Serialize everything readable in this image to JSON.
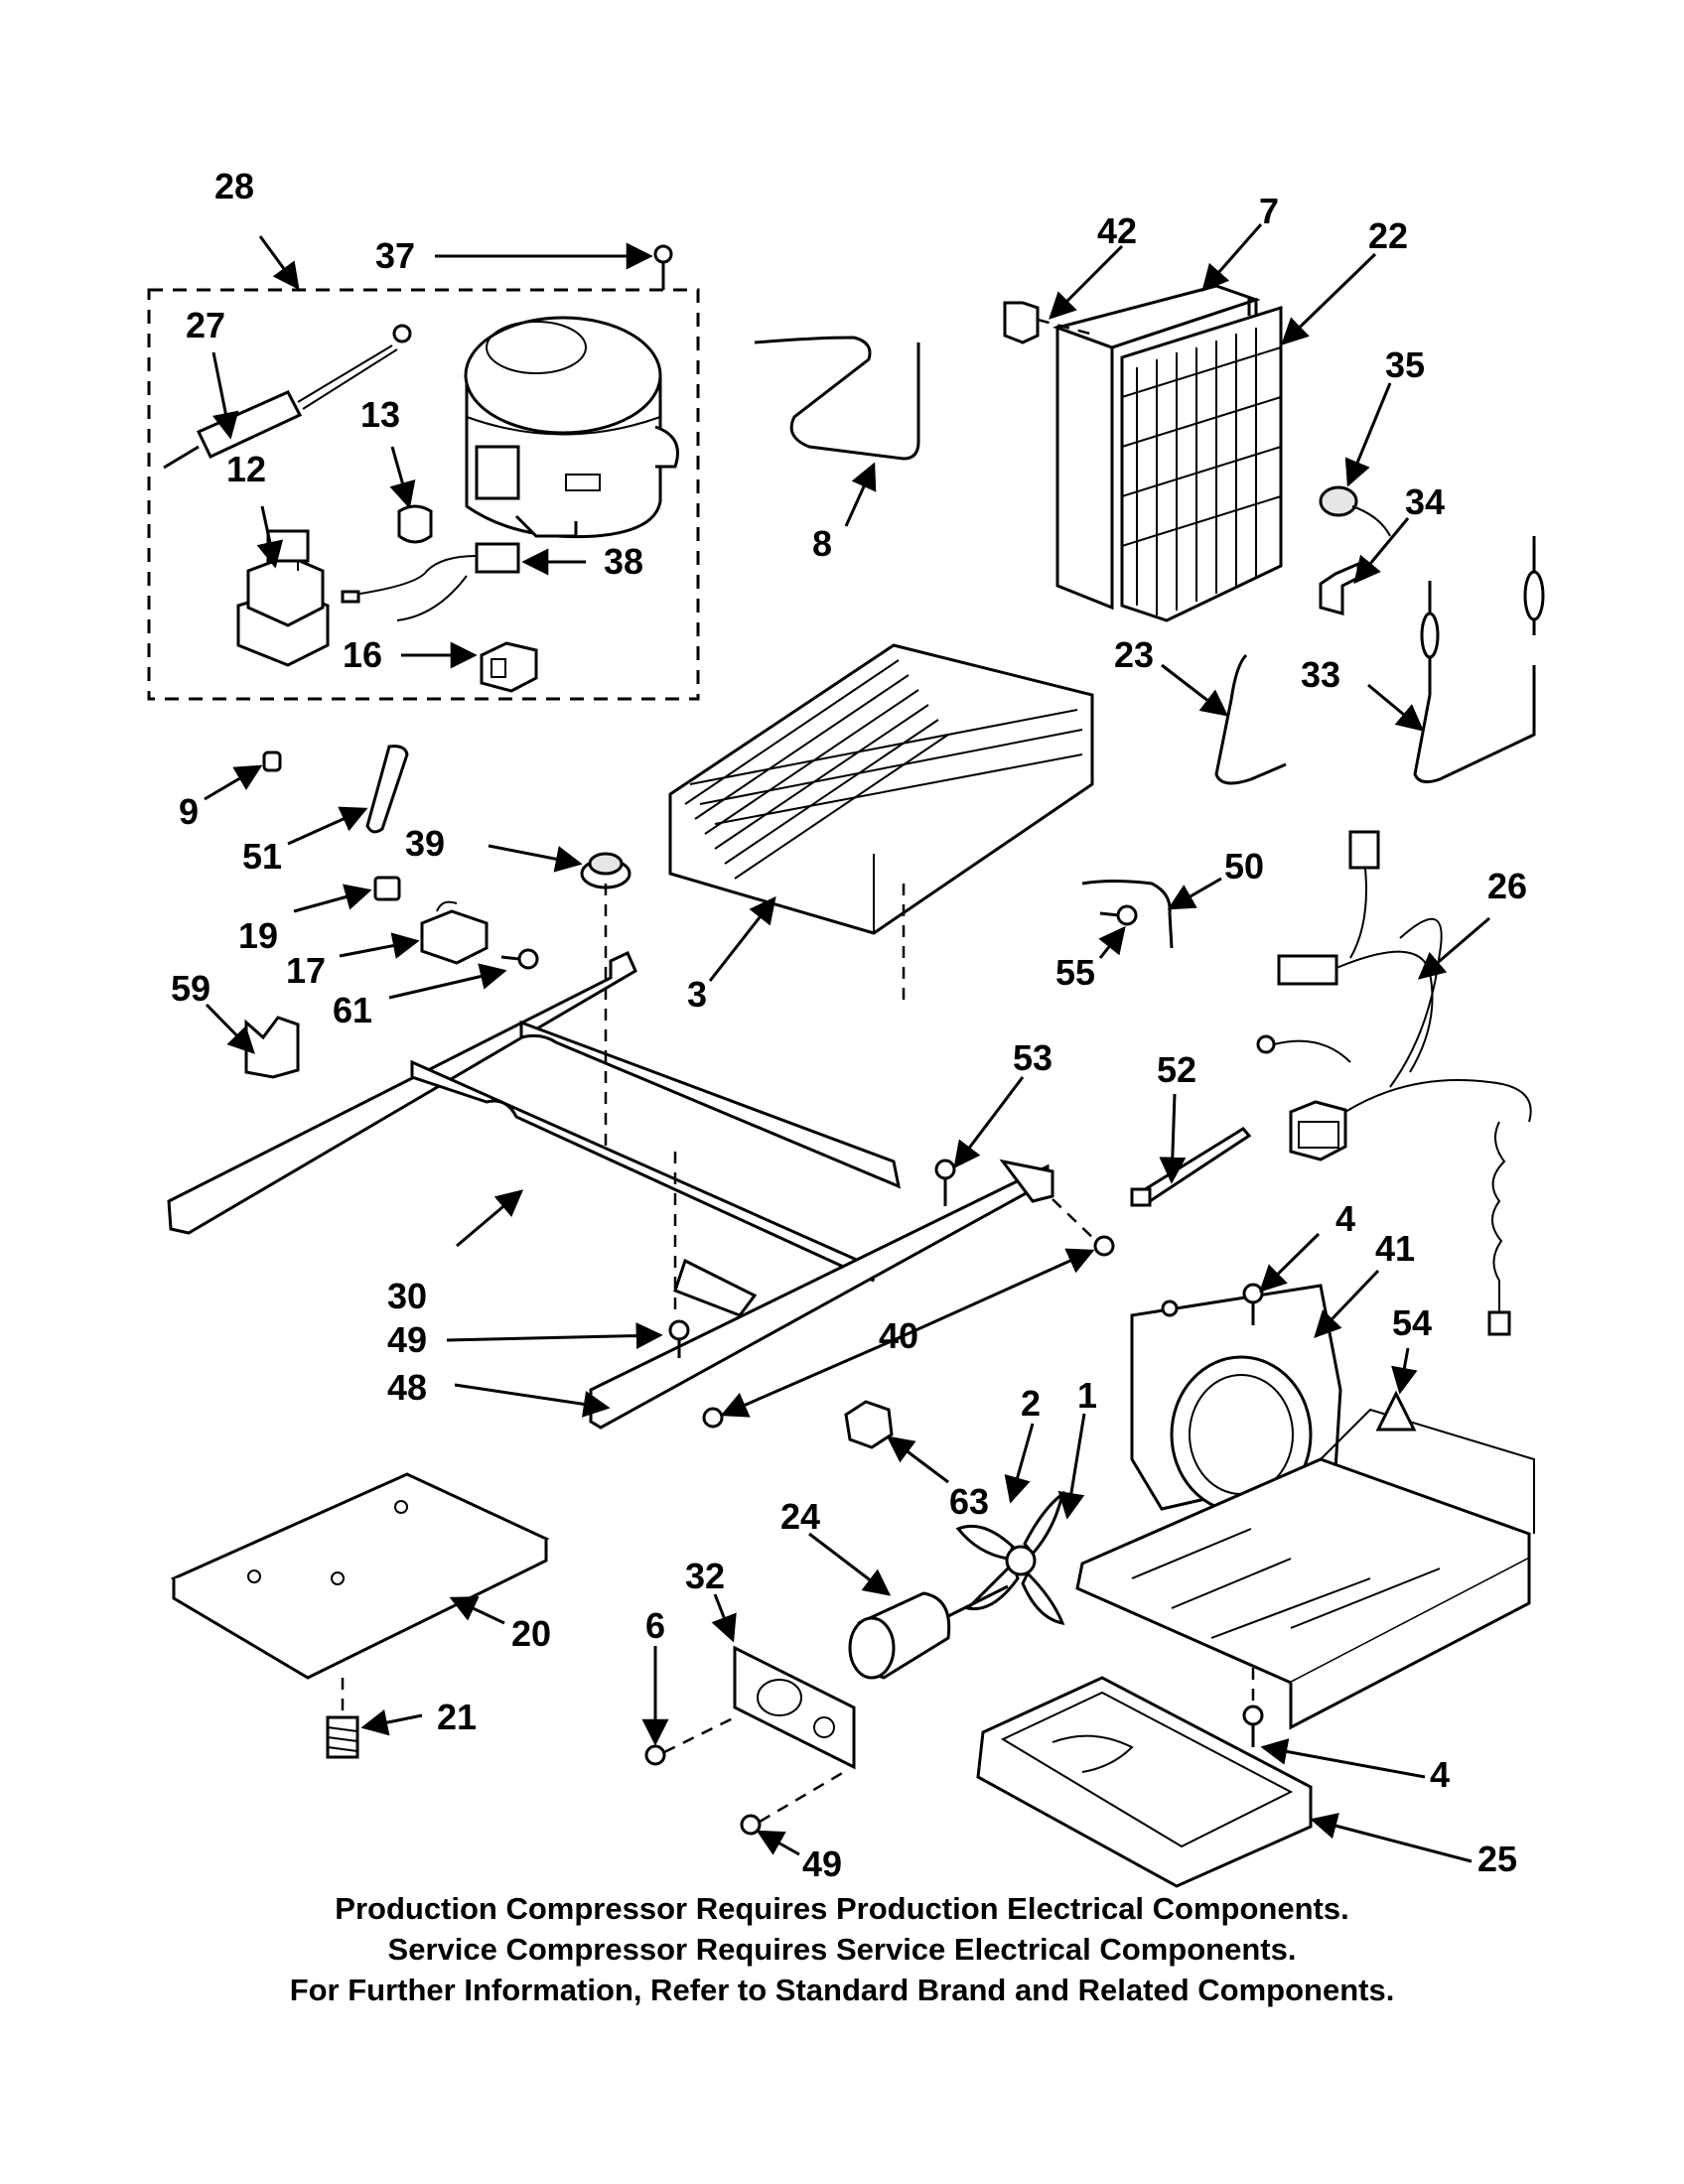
{
  "callouts": {
    "c1": "1",
    "c2": "2",
    "c3": "3",
    "c4a": "4",
    "c4b": "4",
    "c6": "6",
    "c7": "7",
    "c8": "8",
    "c9": "9",
    "c12": "12",
    "c13": "13",
    "c16": "16",
    "c17": "17",
    "c19": "19",
    "c20": "20",
    "c21": "21",
    "c22": "22",
    "c23": "23",
    "c24": "24",
    "c25": "25",
    "c26": "26",
    "c27": "27",
    "c28": "28",
    "c30": "30",
    "c32": "32",
    "c33": "33",
    "c34": "34",
    "c35": "35",
    "c37": "37",
    "c38": "38",
    "c39": "39",
    "c40": "40",
    "c41": "41",
    "c42": "42",
    "c48": "48",
    "c49a": "49",
    "c49b": "49",
    "c50": "50",
    "c51": "51",
    "c52": "52",
    "c53": "53",
    "c54": "54",
    "c55": "55",
    "c59": "59",
    "c61": "61",
    "c63": "63"
  },
  "footer": {
    "line1": "Production Compressor Requires Production Electrical Components.",
    "line2": "Service Compressor Requires Service Electrical Components.",
    "line3": "For Further Information, Refer to Standard Brand and Related Components."
  }
}
